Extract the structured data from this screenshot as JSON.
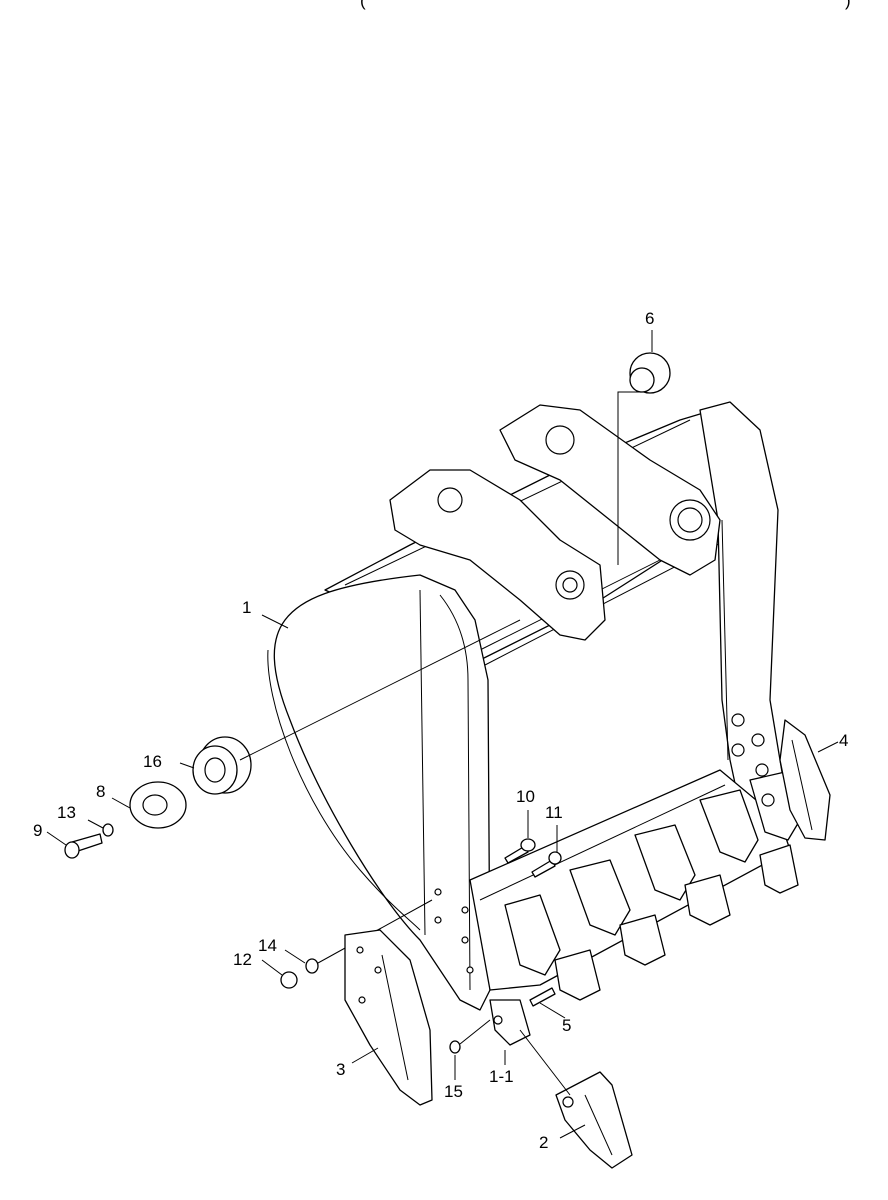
{
  "header_fragment_left": "(",
  "header_fragment_right": ")",
  "callouts": {
    "c1": "1",
    "c1_1": "1-1",
    "c2": "2",
    "c3": "3",
    "c4": "4",
    "c5": "5",
    "c6": "6",
    "c8": "8",
    "c9": "9",
    "c10": "10",
    "c11": "11",
    "c12": "12",
    "c13": "13",
    "c14": "14",
    "c15": "15",
    "c16": "16"
  }
}
